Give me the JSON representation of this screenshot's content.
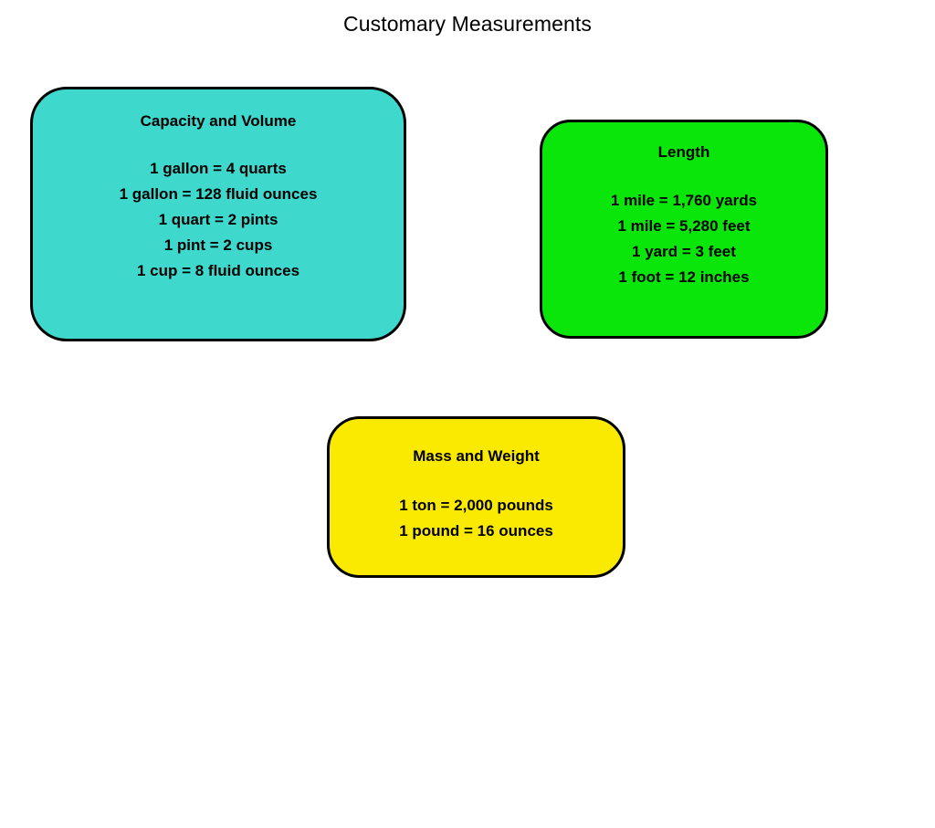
{
  "page": {
    "title": "Customary Measurements",
    "background_color": "#ffffff",
    "text_color": "#000000"
  },
  "boxes": [
    {
      "id": "capacity",
      "name": "capacity-and-volume",
      "heading": "Capacity and Volume",
      "fill_color": "#3ed8cd",
      "border_color": "#000000",
      "lines": [
        "1 gallon = 4 quarts",
        "1 gallon = 128 fluid ounces",
        "1 quart = 2 pints",
        "1 pint = 2 cups",
        "1 cup = 8 fluid ounces"
      ]
    },
    {
      "id": "length",
      "name": "length",
      "heading": "Length",
      "fill_color": "#0ae60a",
      "border_color": "#000000",
      "lines": [
        "1 mile = 1,760 yards",
        "1 mile = 5,280 feet",
        "1 yard = 3 feet",
        "1 foot = 12 inches"
      ]
    },
    {
      "id": "mass",
      "name": "mass-and-weight",
      "heading": "Mass and Weight",
      "fill_color": "#fae900",
      "border_color": "#000000",
      "lines": [
        "1 ton = 2,000 pounds",
        "1 pound = 16 ounces"
      ]
    }
  ]
}
